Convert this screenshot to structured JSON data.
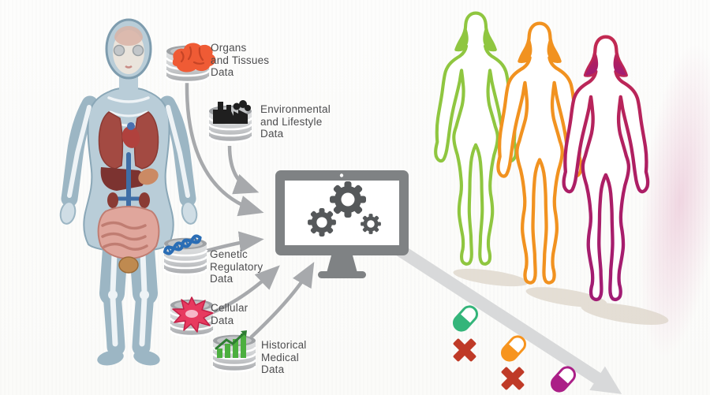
{
  "diagram": {
    "subject": "personalized-medicine-data-flow",
    "background": "#fcfcfa",
    "text_color": "#4d4d4f"
  },
  "data_sources": [
    {
      "id": "organs",
      "lines": [
        "Organs",
        "and Tissues",
        "Data"
      ],
      "icon": "brain-icon",
      "icon_color": "#ef5b35"
    },
    {
      "id": "environmental",
      "lines": [
        "Environmental",
        "and Lifestyle",
        "Data"
      ],
      "icon": "factory-icon",
      "icon_color": "#1f1f1f"
    },
    {
      "id": "genetic",
      "lines": [
        "Genetic",
        "Regulatory",
        "Data"
      ],
      "icon": "dna-icon",
      "icon_color": "#2a6db5"
    },
    {
      "id": "cellular",
      "lines": [
        "Cellular",
        "Data"
      ],
      "icon": "cell-icon",
      "icon_color": "#e73a5f"
    },
    {
      "id": "historical",
      "lines": [
        "Historical",
        "Medical",
        "Data"
      ],
      "icon": "bar-chart-icon",
      "icon_color": "#4caf3f"
    }
  ],
  "processor": {
    "icon": "computer-with-gears-icon",
    "frame_color": "#7f8284",
    "gear_color": "#55585a"
  },
  "patients": [
    {
      "id": "patient-green",
      "outline_color": "#8fc640"
    },
    {
      "id": "patient-orange",
      "outline_color": "#f19220"
    },
    {
      "id": "patient-magenta",
      "outline_color": "#ae1f63"
    }
  ],
  "medications": [
    {
      "id": "pill-green",
      "color": "#34b57a",
      "rejected": true
    },
    {
      "id": "pill-orange",
      "color": "#f7941e",
      "rejected": true
    },
    {
      "id": "pill-magenta",
      "color": "#ab1f87",
      "rejected": false
    }
  ],
  "colors": {
    "reject_x": "#bf3a27",
    "connector_arrows": "#a7a9ac",
    "outcome_arrow": "#d8d9da",
    "body_blue": "#a9c2cf",
    "cylinder_gray": "#c6c8ca"
  }
}
